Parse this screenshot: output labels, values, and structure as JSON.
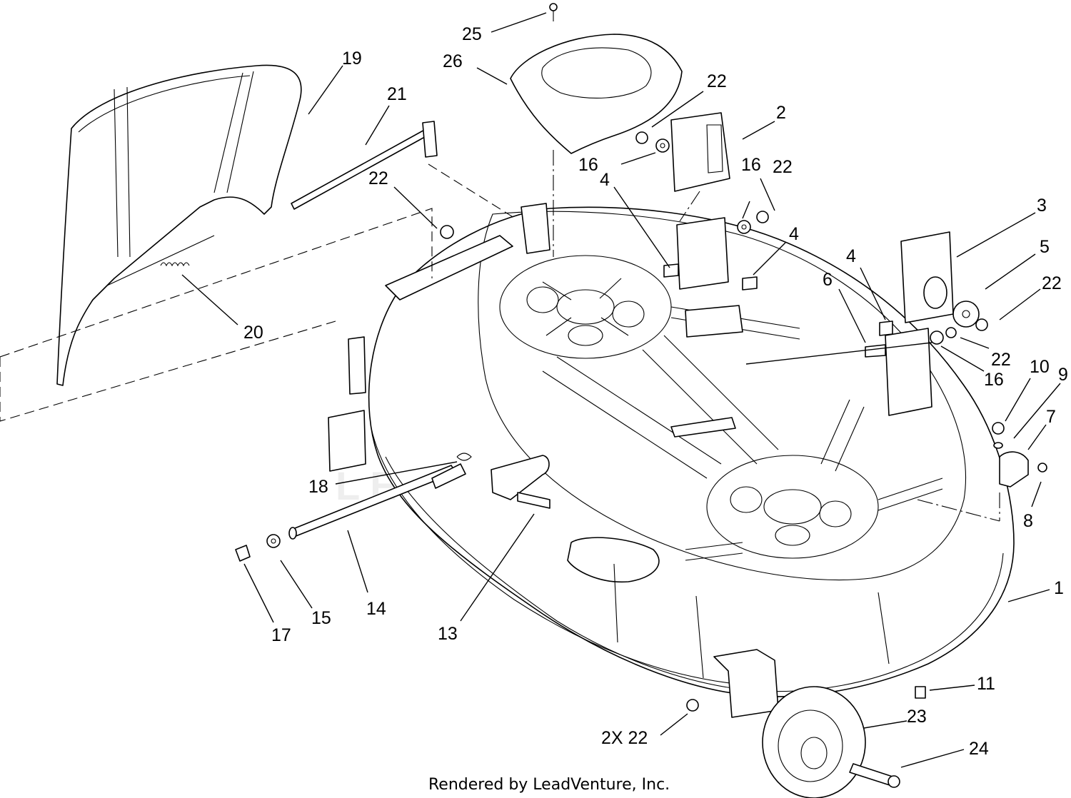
{
  "diagram": {
    "callouts": [
      {
        "id": "c1",
        "label": "1"
      },
      {
        "id": "c2",
        "label": "2"
      },
      {
        "id": "c3",
        "label": "3"
      },
      {
        "id": "c4a",
        "label": "4"
      },
      {
        "id": "c4b",
        "label": "4"
      },
      {
        "id": "c4c",
        "label": "4"
      },
      {
        "id": "c5",
        "label": "5"
      },
      {
        "id": "c6",
        "label": "6"
      },
      {
        "id": "c7",
        "label": "7"
      },
      {
        "id": "c8",
        "label": "8"
      },
      {
        "id": "c9",
        "label": "9"
      },
      {
        "id": "c10",
        "label": "10"
      },
      {
        "id": "c11",
        "label": "11"
      },
      {
        "id": "c13",
        "label": "13"
      },
      {
        "id": "c14",
        "label": "14"
      },
      {
        "id": "c15",
        "label": "15"
      },
      {
        "id": "c16a",
        "label": "16"
      },
      {
        "id": "c16b",
        "label": "16"
      },
      {
        "id": "c16c",
        "label": "16"
      },
      {
        "id": "c17",
        "label": "17"
      },
      {
        "id": "c18",
        "label": "18"
      },
      {
        "id": "c19",
        "label": "19"
      },
      {
        "id": "c20",
        "label": "20"
      },
      {
        "id": "c21",
        "label": "21"
      },
      {
        "id": "c22a",
        "label": "22"
      },
      {
        "id": "c22b",
        "label": "22"
      },
      {
        "id": "c22c",
        "label": "22"
      },
      {
        "id": "c22d",
        "label": "22"
      },
      {
        "id": "c22e",
        "label": "22"
      },
      {
        "id": "c22x",
        "label": "2X 22"
      },
      {
        "id": "c23",
        "label": "23"
      },
      {
        "id": "c24",
        "label": "24"
      },
      {
        "id": "c25",
        "label": "25"
      },
      {
        "id": "c26",
        "label": "26"
      }
    ],
    "footer": "Rendered by LeadVenture, Inc.",
    "watermark": "LEADVENTURE"
  }
}
